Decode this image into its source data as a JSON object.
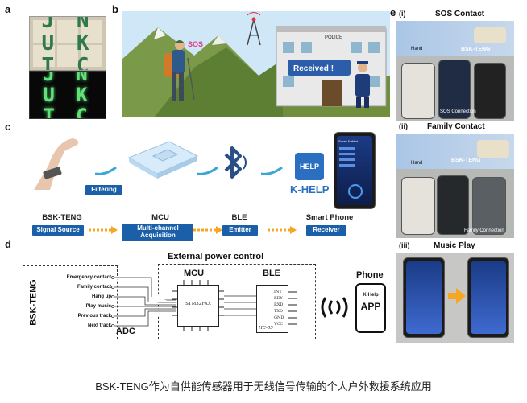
{
  "colors": {
    "accent_blue": "#1a5fa8",
    "arrow_orange": "#f5a623",
    "received_blue": "#2b5dab",
    "mountain_green": "#6a8a3b",
    "sky_blue": "#cfe7f6"
  },
  "panel_a": {
    "label": "a",
    "top_letters": "J N U K T C",
    "bottom_letters": "J N U K T C"
  },
  "panel_b": {
    "label": "b",
    "sos_text": "SOS",
    "police_text": "POLICE",
    "received_text": "Received !"
  },
  "panel_c": {
    "label": "c",
    "filtering": "Filtering",
    "app_logo": "HELP",
    "app_name": "K-HELP",
    "phone_title": "Smart Knitted",
    "stages": [
      {
        "name": "BSK-TENG",
        "tag": "Signal Source"
      },
      {
        "name": "MCU",
        "tag": "Multi-channel Acquisition"
      },
      {
        "name": "BLE",
        "tag": "Emitter"
      },
      {
        "name": "Smart Phone",
        "tag": "Receiver"
      }
    ]
  },
  "panel_d": {
    "label": "d",
    "title": "External power control",
    "bsk_label": "BSK-TENG",
    "mcu_label": "MCU",
    "mcu_chip": "STM32FXX",
    "ble_label": "BLE",
    "ble_chip": "HC-05",
    "ble_pins": [
      "INT",
      "KEY",
      "RXD",
      "TXD",
      "GND",
      "VCC"
    ],
    "phone_label": "Phone",
    "app_top": "K-Help",
    "app_main": "APP",
    "adc_label": "ADC",
    "signals": [
      "Emergency contact",
      "Family contact",
      "Hang up",
      "Play music",
      "Previous track",
      "Next track"
    ]
  },
  "panel_e": {
    "label": "e",
    "sections": [
      {
        "num": "(i)",
        "title": "SOS Contact",
        "hand": "Hand",
        "teng": "BSK-TENG",
        "note": "SOS Connection"
      },
      {
        "num": "(ii)",
        "title": "Family Contact",
        "hand": "Hand",
        "teng": "BSK-TENG",
        "note": "Family Connection"
      },
      {
        "num": "(iii)",
        "title": "Music Play"
      }
    ]
  },
  "caption": "BSK-TENG作为自供能传感器用于无线信号传输的个人户外救援系统应用"
}
